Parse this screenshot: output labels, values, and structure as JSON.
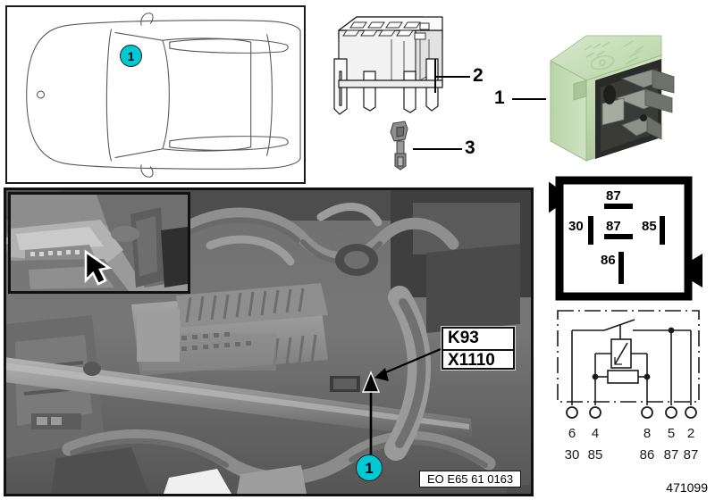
{
  "document": {
    "caption": "EO E65 61 0163",
    "number": "471099"
  },
  "vehicle_panel": {
    "name": "vehicle-top-view",
    "callout": "1"
  },
  "parts": {
    "relay_ref": "1",
    "relay_holder_ref": "2",
    "terminal_ref": "3",
    "relay_color": "#c2d9b0",
    "callout_color": "#00c9d6"
  },
  "photo": {
    "component_label_line1": "K93",
    "component_label_line2": "X1110",
    "callout": "1",
    "inset_name": "cabin-interior-detail"
  },
  "terminal_diagram": {
    "title": "terminal-designation",
    "terminals": [
      {
        "label": "87",
        "position": "top-center"
      },
      {
        "label": "30",
        "position": "left-middle"
      },
      {
        "label": "87",
        "position": "center"
      },
      {
        "label": "85",
        "position": "right-middle"
      },
      {
        "label": "86",
        "position": "bottom-center"
      }
    ]
  },
  "chart_data": {
    "type": "table",
    "title": "Relay circuit schematic pin assignment",
    "columns": [
      "connector_pin",
      "terminal_designation"
    ],
    "rows": [
      [
        "6",
        "30"
      ],
      [
        "4",
        "85"
      ],
      [
        "8",
        "86"
      ],
      [
        "5",
        "87"
      ],
      [
        "2",
        "87"
      ]
    ],
    "elements": [
      "changeover-switch-contact",
      "relay-coil",
      "parallel-resistor"
    ]
  },
  "circuit": {
    "pin_numbers": [
      "6",
      "4",
      "8",
      "5",
      "2"
    ],
    "terminal_numbers": [
      "30",
      "85",
      "86",
      "87",
      "87"
    ]
  }
}
